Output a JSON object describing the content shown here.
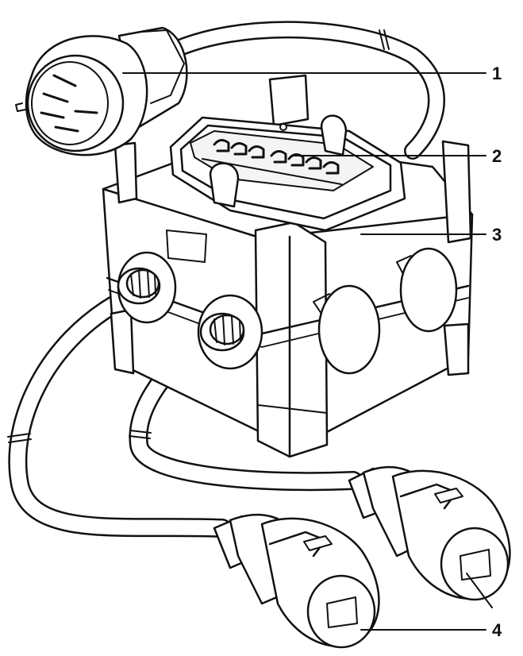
{
  "callouts": [
    {
      "number": "1",
      "part": "cee-plug"
    },
    {
      "number": "2",
      "part": "breaker-panel"
    },
    {
      "number": "3",
      "part": "distribution-box"
    },
    {
      "number": "4",
      "part": "cee-couplers"
    }
  ],
  "colors": {
    "stroke": "#111111",
    "fill": "#ffffff",
    "shade": "#e6e6e6"
  }
}
